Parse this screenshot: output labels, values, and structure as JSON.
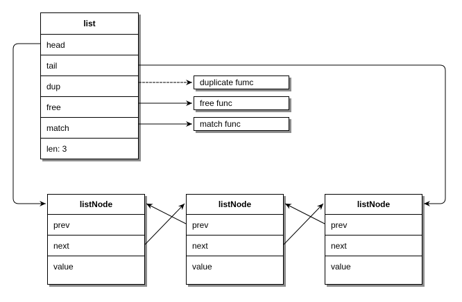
{
  "list": {
    "title": "list",
    "fields": [
      "head",
      "tail",
      "dup",
      "free",
      "match",
      "len: 3"
    ]
  },
  "functions": [
    "duplicate fumc",
    "free func",
    "match func"
  ],
  "nodes": [
    {
      "title": "listNode",
      "fields": [
        "prev",
        "next",
        "value"
      ]
    },
    {
      "title": "listNode",
      "fields": [
        "prev",
        "next",
        "value"
      ]
    },
    {
      "title": "listNode",
      "fields": [
        "prev",
        "next",
        "value"
      ]
    }
  ],
  "colors": {
    "stroke": "#000000",
    "shadow": "#8c8c8c",
    "background": "#ffffff"
  }
}
